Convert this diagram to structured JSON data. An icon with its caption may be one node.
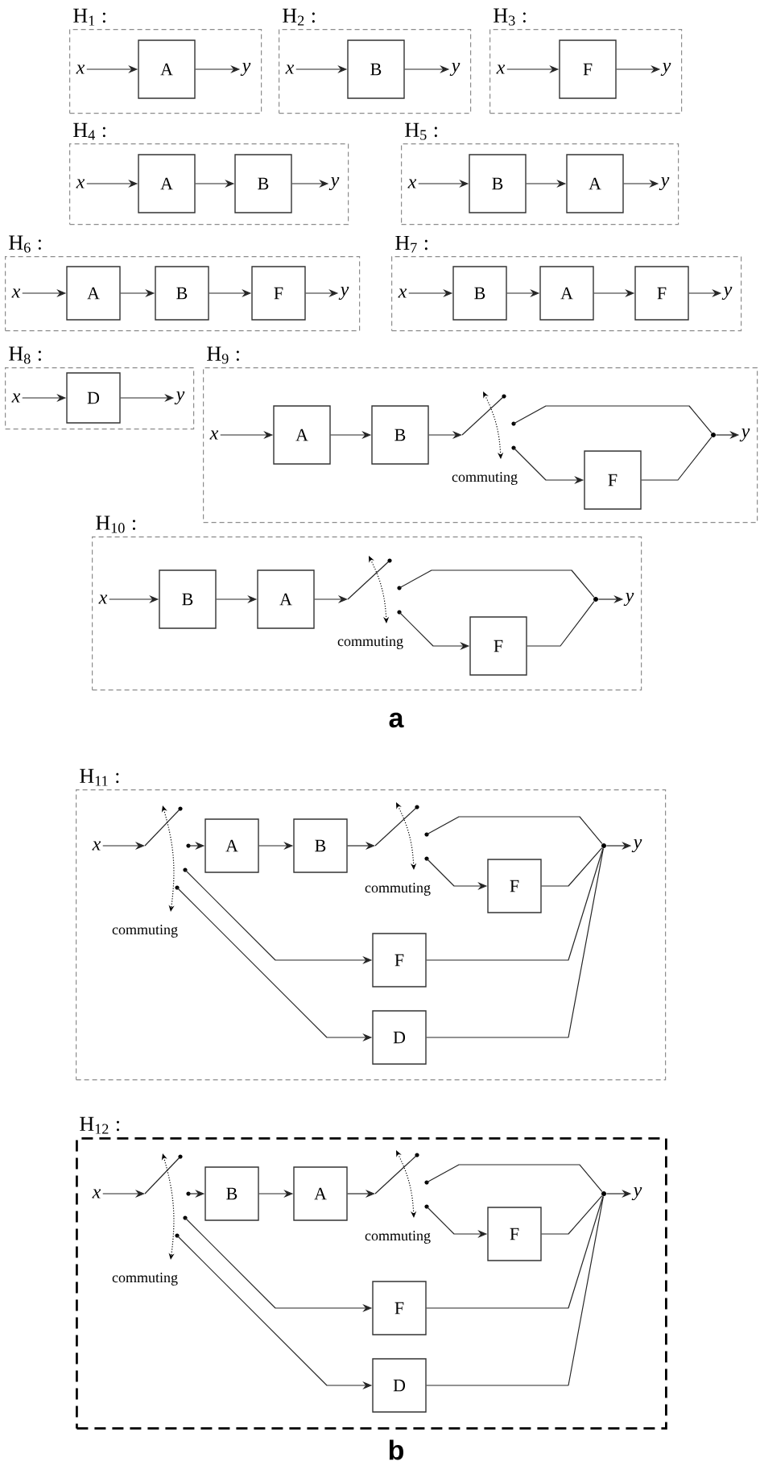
{
  "diagram": {
    "nodes": [
      {
        "text": [
          "H$_{1}$ :"
        ]
      },
      {
        "text": [
          "x"
        ],
        "in": 0
      },
      {
        "text": [
          "A"
        ],
        "in": 0
      },
      {
        "text": [
          "y"
        ],
        "in": 0
      },
      {
        "text": [
          "H$_{2}$ :"
        ]
      },
      {
        "text": [
          "x"
        ],
        "in": 4
      },
      {
        "text": [
          "B"
        ],
        "in": 4
      },
      {
        "text": [
          "y"
        ],
        "in": 4
      },
      {
        "text": [
          "H$_{3}$ :"
        ]
      },
      {
        "text": [
          "x"
        ],
        "in": 8
      },
      {
        "text": [
          "F"
        ],
        "in": 8
      },
      {
        "text": [
          "y"
        ],
        "in": 8
      },
      {
        "text": [
          "H$_{4}$ :"
        ]
      },
      {
        "text": [
          "x"
        ],
        "in": 12
      },
      {
        "text": [
          "A"
        ],
        "in": 12
      },
      {
        "text": [
          "B"
        ],
        "in": 12
      },
      {
        "text": [
          "y"
        ],
        "in": 12
      },
      {
        "text": [
          "H$_{5}$ :"
        ]
      },
      {
        "text": [
          "x"
        ],
        "in": 17
      },
      {
        "text": [
          "B"
        ],
        "in": 17
      },
      {
        "text": [
          "A"
        ],
        "in": 17
      },
      {
        "text": [
          "y"
        ],
        "in": 17
      },
      {
        "text": [
          "H$_{6}$ :"
        ]
      },
      {
        "text": [
          "x"
        ],
        "in": 22
      },
      {
        "text": [
          "A"
        ],
        "in": 22
      },
      {
        "text": [
          "B"
        ],
        "in": 22
      },
      {
        "text": [
          "F"
        ],
        "in": 22
      },
      {
        "text": [
          "y"
        ],
        "in": 22
      },
      {
        "text": [
          "H$_{7}$ :"
        ]
      },
      {
        "text": [
          "x"
        ],
        "in": 28
      },
      {
        "text": [
          "B"
        ],
        "in": 28
      },
      {
        "text": [
          "A"
        ],
        "in": 28
      },
      {
        "text": [
          "F"
        ],
        "in": 28
      },
      {
        "text": [
          "y"
        ],
        "in": 28
      },
      {
        "text": [
          "H$_{8}$ :"
        ]
      },
      {
        "text": [
          "x"
        ],
        "in": 34
      },
      {
        "text": [
          "D"
        ],
        "in": 34
      },
      {
        "text": [
          "y"
        ],
        "in": 34
      },
      {
        "text": [
          "H$_{9}$ :"
        ]
      },
      {
        "text": [
          "x"
        ],
        "in": 38
      },
      {
        "text": [
          "A"
        ],
        "in": 38
      },
      {
        "text": [
          "B"
        ],
        "in": 38
      },
      {
        "text": [],
        "shape": "switch",
        "beside": [
          "commuting"
        ],
        "in": 38
      },
      {
        "text": [
          "F"
        ],
        "in": 38
      },
      {
        "text": [],
        "shape": "dot",
        "in": 38
      },
      {
        "text": [
          "y"
        ],
        "in": 38
      },
      {
        "text": [
          "H$_{10}$ :"
        ]
      },
      {
        "text": [
          "x"
        ],
        "in": 46
      },
      {
        "text": [
          "B"
        ],
        "in": 46
      },
      {
        "text": [
          "A"
        ],
        "in": 46
      },
      {
        "text": [],
        "shape": "switch",
        "beside": [
          "commuting"
        ],
        "in": 46
      },
      {
        "text": [
          "F"
        ],
        "in": 46
      },
      {
        "text": [],
        "shape": "dot",
        "in": 46
      },
      {
        "text": [
          "y"
        ],
        "in": 46
      },
      {
        "text": [
          "H$_{11}$ :"
        ]
      },
      {
        "text": [
          "x"
        ],
        "in": 54
      },
      {
        "text": [],
        "shape": "switch",
        "beside": [
          "commuting"
        ],
        "in": 54
      },
      {
        "text": [
          "A"
        ],
        "in": 54
      },
      {
        "text": [
          "B"
        ],
        "in": 54
      },
      {
        "text": [],
        "shape": "switch",
        "beside": [
          "commuting"
        ],
        "in": 54
      },
      {
        "text": [
          "F"
        ],
        "in": 54
      },
      {
        "text": [
          "F"
        ],
        "in": 54
      },
      {
        "text": [
          "D"
        ],
        "in": 54
      },
      {
        "text": [],
        "shape": "dot",
        "in": 54
      },
      {
        "text": [
          "y"
        ],
        "in": 54
      },
      {
        "text": [
          "H$_{12}$ :"
        ]
      },
      {
        "text": [
          "x"
        ],
        "in": 65
      },
      {
        "text": [],
        "shape": "switch",
        "beside": [
          "commuting"
        ],
        "in": 65
      },
      {
        "text": [
          "B"
        ],
        "in": 65
      },
      {
        "text": [
          "A"
        ],
        "in": 65
      },
      {
        "text": [],
        "shape": "switch",
        "beside": [
          "commuting"
        ],
        "in": 65
      },
      {
        "text": [
          "F"
        ],
        "in": 65
      },
      {
        "text": [
          "F"
        ],
        "in": 65
      },
      {
        "text": [
          "D"
        ],
        "in": 65
      },
      {
        "text": [],
        "shape": "dot",
        "in": 65
      },
      {
        "text": [
          "y"
        ],
        "in": 65
      }
    ],
    "edges": [
      {
        "from": 1,
        "to": 2,
        "arrow": "to"
      },
      {
        "from": 2,
        "to": 3,
        "arrow": "to"
      },
      {
        "from": 5,
        "to": 6,
        "arrow": "to"
      },
      {
        "from": 6,
        "to": 7,
        "arrow": "to"
      },
      {
        "from": 9,
        "to": 10,
        "arrow": "to"
      },
      {
        "from": 10,
        "to": 11,
        "arrow": "to"
      },
      {
        "from": 13,
        "to": 14,
        "arrow": "to"
      },
      {
        "from": 14,
        "to": 15,
        "arrow": "to"
      },
      {
        "from": 15,
        "to": 16,
        "arrow": "to"
      },
      {
        "from": 18,
        "to": 19,
        "arrow": "to"
      },
      {
        "from": 19,
        "to": 20,
        "arrow": "to"
      },
      {
        "from": 20,
        "to": 21,
        "arrow": "to"
      },
      {
        "from": 23,
        "to": 24,
        "arrow": "to"
      },
      {
        "from": 24,
        "to": 25,
        "arrow": "to"
      },
      {
        "from": 25,
        "to": 26,
        "arrow": "to"
      },
      {
        "from": 26,
        "to": 27,
        "arrow": "to"
      },
      {
        "from": 29,
        "to": 30,
        "arrow": "to"
      },
      {
        "from": 30,
        "to": 31,
        "arrow": "to"
      },
      {
        "from": 31,
        "to": 32,
        "arrow": "to"
      },
      {
        "from": 32,
        "to": 33,
        "arrow": "to"
      },
      {
        "from": 35,
        "to": 36,
        "arrow": "to"
      },
      {
        "from": 36,
        "to": 37,
        "arrow": "to"
      },
      {
        "from": 39,
        "to": 40,
        "arrow": "to"
      },
      {
        "from": 40,
        "to": 41,
        "arrow": "to"
      },
      {
        "from": 41,
        "to": 42,
        "arrow": "to"
      },
      {
        "from": 42,
        "to": 44,
        "arrow": "none"
      },
      {
        "from": 42,
        "to": 43,
        "arrow": "to"
      },
      {
        "from": 43,
        "to": 44,
        "arrow": "none"
      },
      {
        "from": 44,
        "to": 45,
        "arrow": "to"
      },
      {
        "from": 47,
        "to": 48,
        "arrow": "to"
      },
      {
        "from": 48,
        "to": 49,
        "arrow": "to"
      },
      {
        "from": 49,
        "to": 50,
        "arrow": "to"
      },
      {
        "from": 50,
        "to": 52,
        "arrow": "none"
      },
      {
        "from": 50,
        "to": 51,
        "arrow": "to"
      },
      {
        "from": 51,
        "to": 52,
        "arrow": "none"
      },
      {
        "from": 52,
        "to": 53,
        "arrow": "to"
      },
      {
        "from": 55,
        "to": 56,
        "arrow": "to"
      },
      {
        "from": 56,
        "to": 57,
        "arrow": "to"
      },
      {
        "from": 56,
        "to": 61,
        "arrow": "to"
      },
      {
        "from": 56,
        "to": 62,
        "arrow": "to"
      },
      {
        "from": 57,
        "to": 58,
        "arrow": "to"
      },
      {
        "from": 58,
        "to": 59,
        "arrow": "to"
      },
      {
        "from": 59,
        "to": 63,
        "arrow": "none"
      },
      {
        "from": 59,
        "to": 60,
        "arrow": "to"
      },
      {
        "from": 60,
        "to": 63,
        "arrow": "none"
      },
      {
        "from": 61,
        "to": 63,
        "arrow": "none"
      },
      {
        "from": 62,
        "to": 63,
        "arrow": "none"
      },
      {
        "from": 63,
        "to": 64,
        "arrow": "to"
      },
      {
        "from": 66,
        "to": 67,
        "arrow": "to"
      },
      {
        "from": 67,
        "to": 68,
        "arrow": "to"
      },
      {
        "from": 67,
        "to": 72,
        "arrow": "to"
      },
      {
        "from": 67,
        "to": 73,
        "arrow": "to"
      },
      {
        "from": 68,
        "to": 69,
        "arrow": "to"
      },
      {
        "from": 69,
        "to": 70,
        "arrow": "to"
      },
      {
        "from": 70,
        "to": 74,
        "arrow": "none"
      },
      {
        "from": 70,
        "to": 71,
        "arrow": "to"
      },
      {
        "from": 71,
        "to": 74,
        "arrow": "none"
      },
      {
        "from": 72,
        "to": 74,
        "arrow": "none"
      },
      {
        "from": 73,
        "to": 74,
        "arrow": "none"
      },
      {
        "from": 74,
        "to": 75,
        "arrow": "to"
      }
    ],
    "labels": [
      "a",
      "b"
    ]
  }
}
